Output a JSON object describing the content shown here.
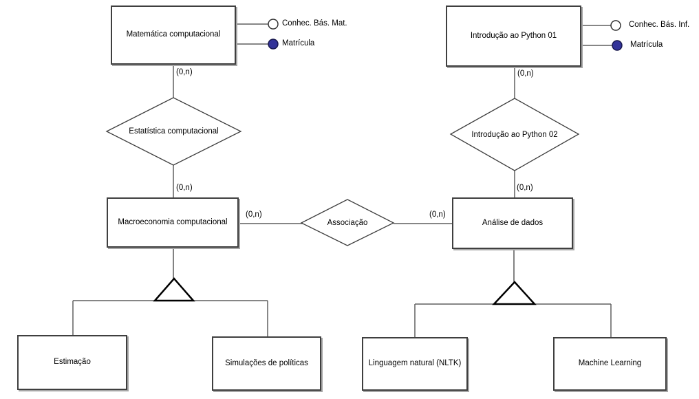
{
  "diagram_type": "entity-relationship",
  "entities": {
    "matematica": {
      "label": "Matemática computacional"
    },
    "python01": {
      "label": "Introdução ao Python 01"
    },
    "macroeconomia": {
      "label": "Macroeconomia computacional"
    },
    "analise": {
      "label": "Análise de dados"
    },
    "estimacao": {
      "label": "Estimação"
    },
    "simulacoes": {
      "label": "Simulações de políticas"
    },
    "linguagem_natural": {
      "label": "Linguagem natural (NLTK)"
    },
    "machine_learning": {
      "label": "Machine Learning"
    }
  },
  "relationships": {
    "estatistica": {
      "label": "Estatística computacional"
    },
    "python02": {
      "label": "Introdução ao Python 02"
    },
    "associacao": {
      "label": "Associação"
    }
  },
  "attributes": {
    "conhec_bas_mat": {
      "label": "Conhec. Bás. Mat.",
      "kind": "optional-attribute"
    },
    "matricula_mat": {
      "label": "Matrícula",
      "kind": "identifier-attribute"
    },
    "conhec_bas_inf": {
      "label": "Conhec. Bás. Inf.",
      "kind": "optional-attribute"
    },
    "matricula_inf": {
      "label": "Matrícula",
      "kind": "identifier-attribute"
    }
  },
  "cardinalities": {
    "matematica_estatistica": "(0,n)",
    "estatistica_macroeconomia": "(0,n)",
    "macroeconomia_associacao": "(0,n)",
    "associacao_analise": "(0,n)",
    "python01_python02": "(0,n)",
    "python02_analise": "(0,n)"
  },
  "colors": {
    "identifier_fill": "#333399",
    "shape_border": "#3f3f3f",
    "connector": "#5f5f5f",
    "background": "#ffffff"
  }
}
